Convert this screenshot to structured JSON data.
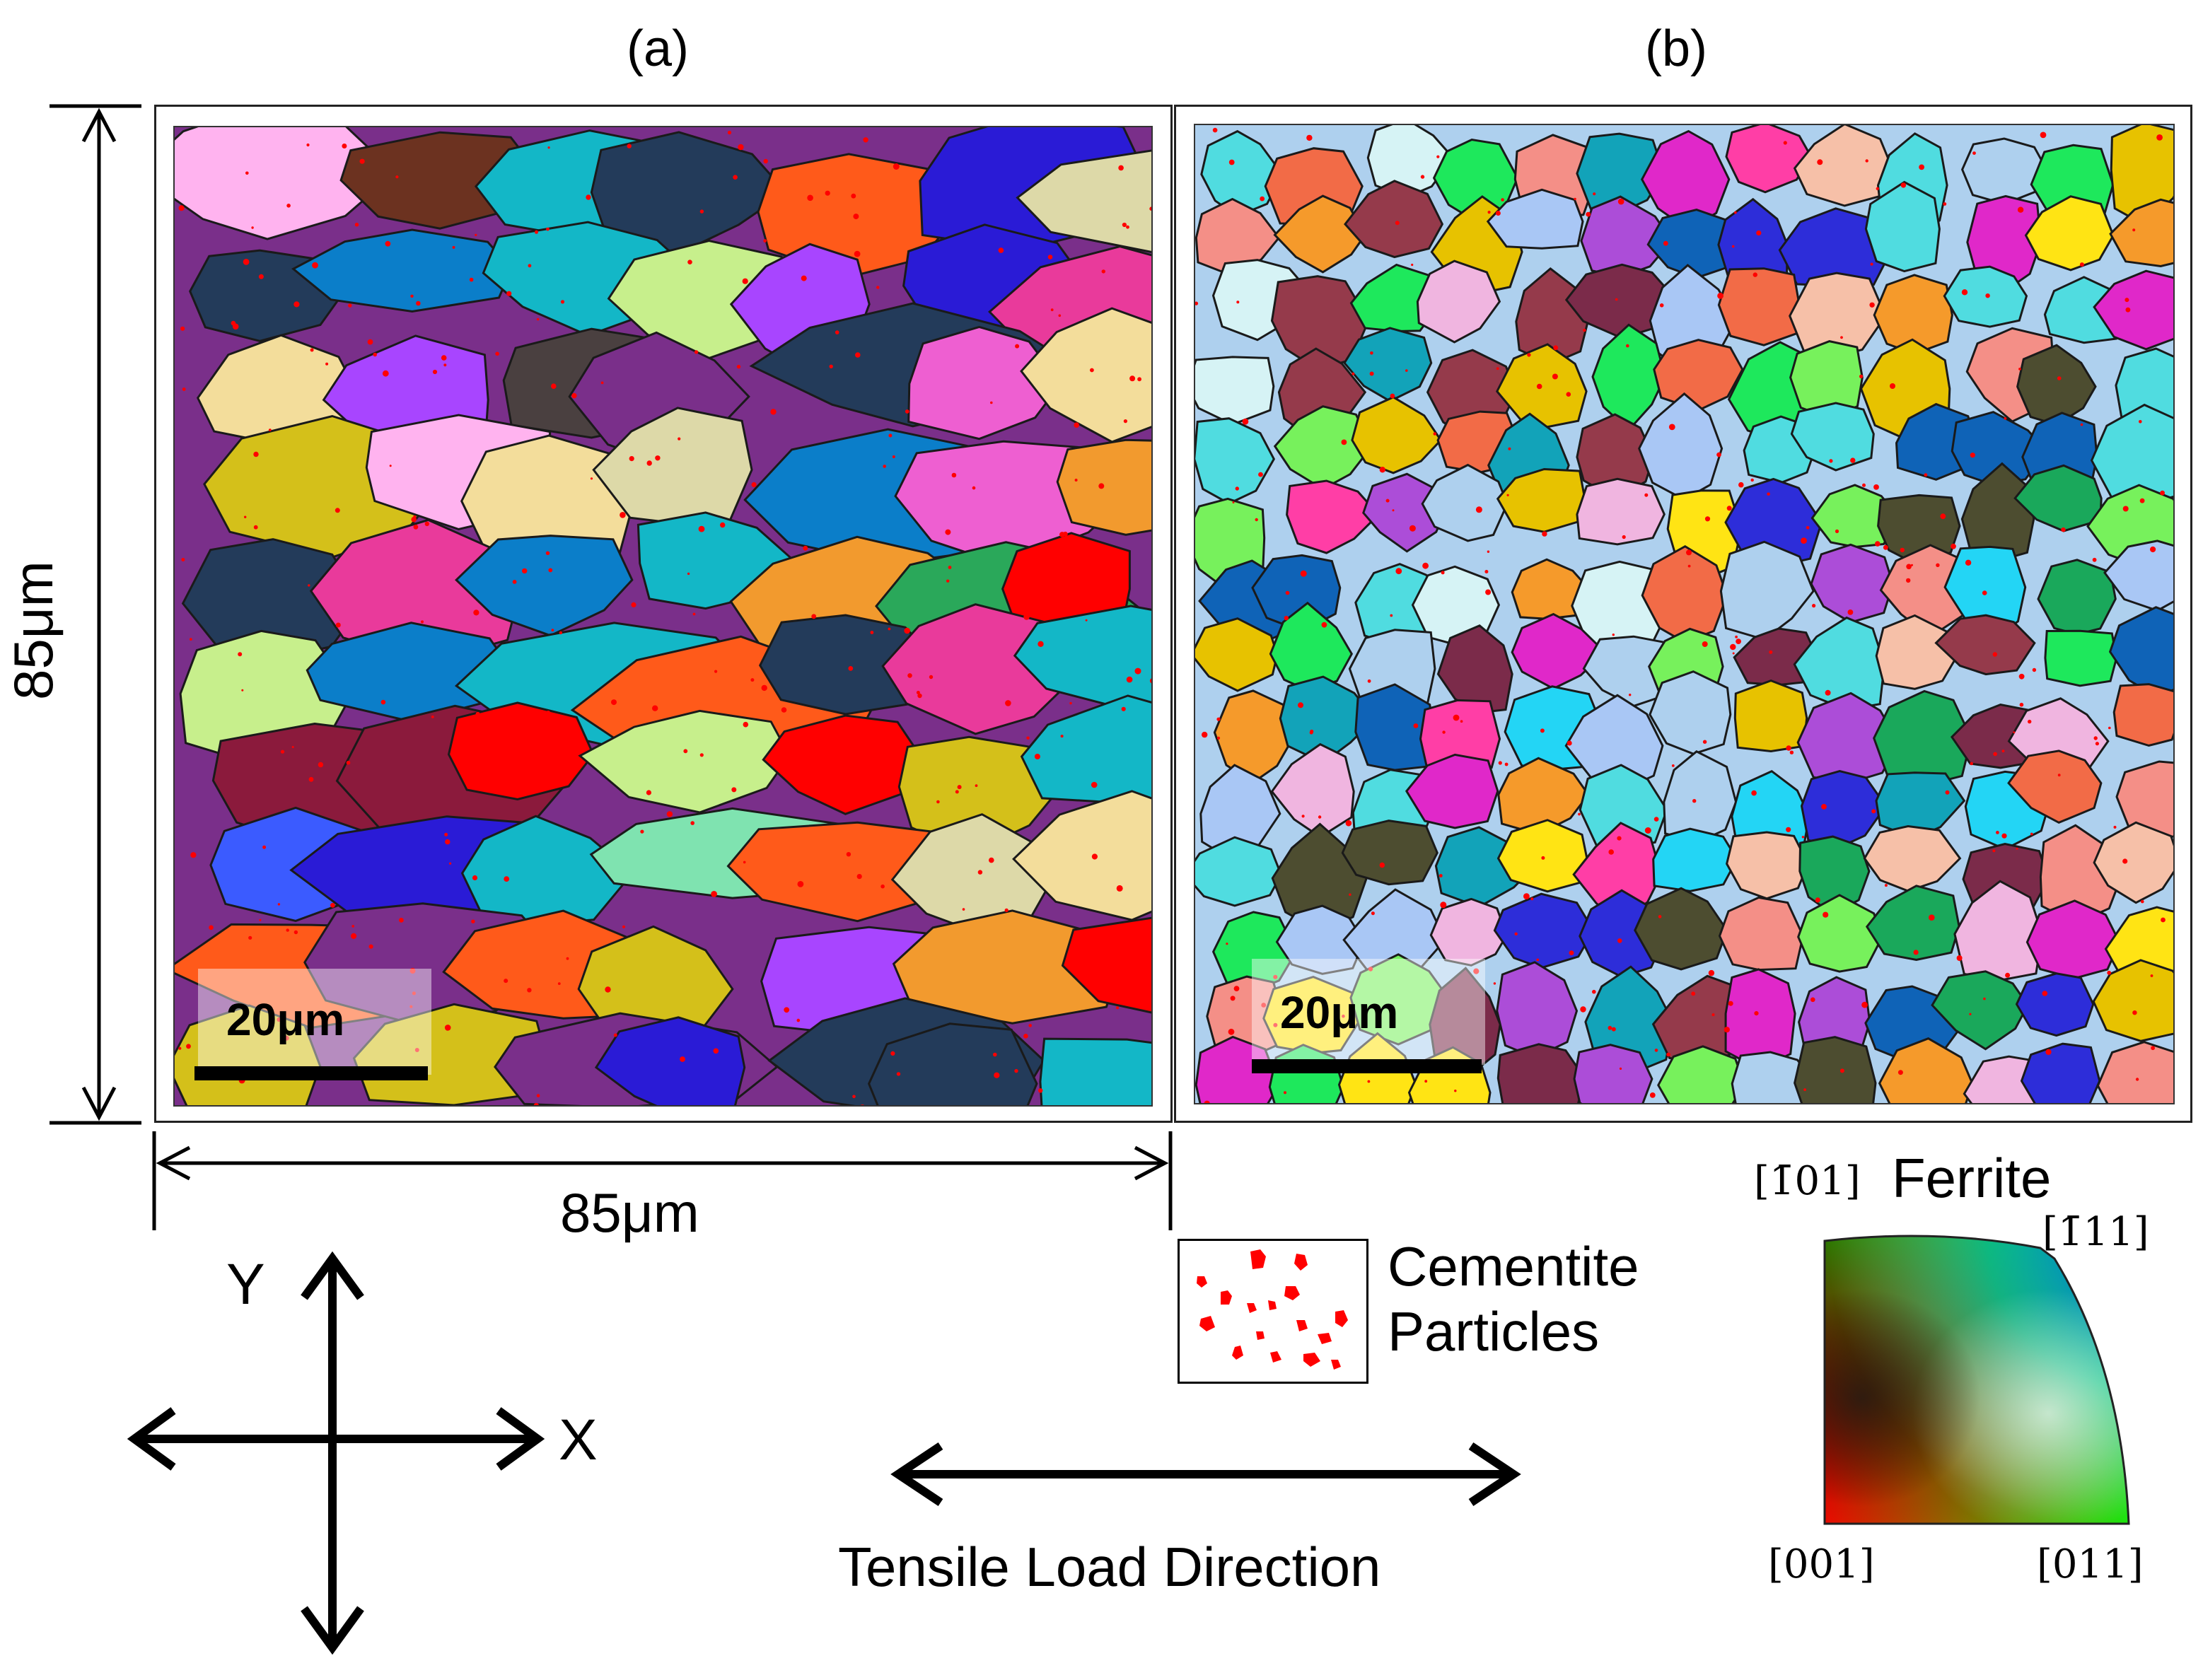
{
  "panels": [
    {
      "label": "(a)",
      "scale_label": "20μm"
    },
    {
      "label": "(b)",
      "scale_label": "20μm"
    }
  ],
  "dimensions": {
    "width": "85μm",
    "height": "85μm"
  },
  "axes": {
    "x_label": "X",
    "y_label": "Y"
  },
  "legend": {
    "particles_line1": "Cementite",
    "particles_line2": "Particles",
    "particle_color": "#ff0000",
    "load_direction": "Tensile Load Direction"
  },
  "ipf_key": {
    "title": "Ferrite",
    "top_left": "[1̄01]",
    "top_right": "[1̄11]",
    "bottom_left": "[001]",
    "bottom_right": "[011]"
  }
}
